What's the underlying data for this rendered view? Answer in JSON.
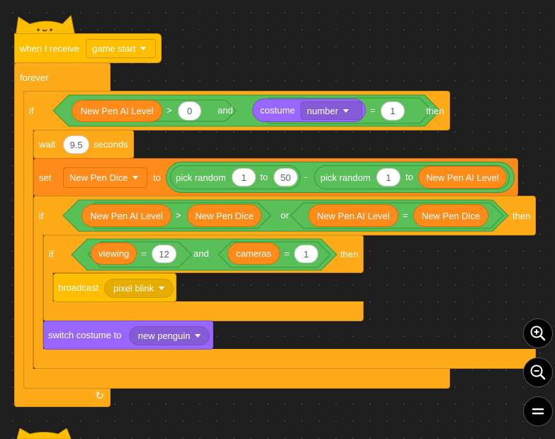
{
  "hat": {
    "label": "when I receive",
    "message": "game start"
  },
  "forever": {
    "label": "forever"
  },
  "if1": {
    "if_label": "if",
    "then_label": "then",
    "and_label": "and",
    "left_var": "New Pen AI Level",
    "gt": ">",
    "gt_value": "0",
    "costume_label": "costume",
    "costume_option": "number",
    "eq": "=",
    "eq_value": "1"
  },
  "wait": {
    "label": "wait",
    "value": "9.5",
    "unit": "seconds"
  },
  "set": {
    "label": "set",
    "var": "New Pen Dice",
    "to": "to",
    "pick1": "pick random",
    "p1_from": "1",
    "p1_to_label": "to",
    "p1_to": "50",
    "minus": "-",
    "pick2": "pick random",
    "p2_from": "1",
    "p2_to_label": "to",
    "p2_to": "New Pen AI Level"
  },
  "if2": {
    "if_label": "if",
    "then_label": "then",
    "or_label": "or",
    "a": "New Pen AI Level",
    "gt": ">",
    "b": "New Pen Dice",
    "c": "New Pen AI Level",
    "eq": "=",
    "d": "New Pen Dice"
  },
  "if3": {
    "if_label": "if",
    "then_label": "then",
    "and_label": "and",
    "viewing": "viewing",
    "eq1": "=",
    "v1": "12",
    "cameras": "cameras",
    "eq2": "=",
    "v2": "1"
  },
  "broadcast": {
    "label": "broadcast",
    "message": "pixel blink"
  },
  "switch": {
    "label": "switch costume to",
    "costume": "new penguin"
  },
  "loop_arrow": "↻",
  "zoom": {
    "in_icon": "zoom-in-icon",
    "out_icon": "zoom-out-icon",
    "reset_icon": "zoom-reset-icon"
  },
  "colors": {
    "events": "#ffbf00",
    "control": "#ffab19",
    "variables": "#ff8c1a",
    "operators": "#59c059",
    "looks": "#9966ff",
    "background": "#1e1e1e"
  }
}
